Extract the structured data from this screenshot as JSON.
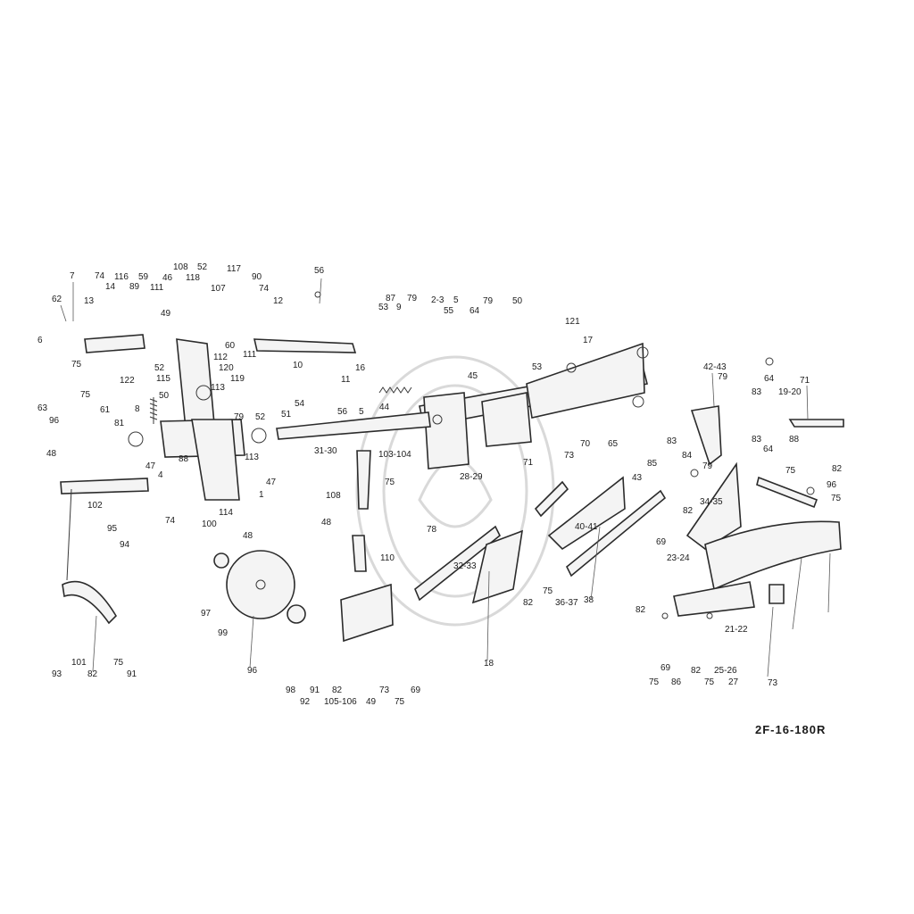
{
  "drawing_code": "2F-16-180R",
  "labels": [
    "7",
    "62",
    "74",
    "14",
    "116",
    "89",
    "59",
    "111",
    "108",
    "52",
    "117",
    "90",
    "74",
    "12",
    "46",
    "118",
    "13",
    "49",
    "6",
    "75",
    "120",
    "107",
    "112",
    "10",
    "119",
    "63",
    "96",
    "75",
    "122",
    "115",
    "52",
    "50",
    "113",
    "60",
    "111",
    "79",
    "52",
    "51",
    "54",
    "11",
    "61",
    "81",
    "8",
    "47",
    "4",
    "88",
    "48",
    "74",
    "47",
    "113",
    "114",
    "1",
    "48",
    "100",
    "102",
    "95",
    "94",
    "93",
    "101",
    "82",
    "75",
    "91",
    "97",
    "99",
    "96",
    "98",
    "92",
    "91",
    "105-106",
    "82",
    "73",
    "69",
    "75",
    "49",
    "48",
    "110",
    "108",
    "103-104",
    "75",
    "56",
    "87",
    "79",
    "2-3",
    "5",
    "53",
    "9",
    "55",
    "64",
    "79",
    "50",
    "16",
    "45",
    "53",
    "56",
    "5",
    "44",
    "31-30",
    "78",
    "28-29",
    "71",
    "73",
    "70",
    "82",
    "75",
    "36-37",
    "40-41",
    "38",
    "85",
    "121",
    "17",
    "65",
    "43",
    "32-33",
    "18",
    "42-43",
    "79",
    "83",
    "64",
    "19-20",
    "71",
    "83",
    "84",
    "79",
    "83",
    "64",
    "88",
    "82",
    "34-35",
    "75",
    "82",
    "96",
    "75",
    "69",
    "23-24",
    "82",
    "69",
    "75",
    "86",
    "82",
    "75",
    "25-26",
    "27",
    "21-22",
    "73"
  ]
}
